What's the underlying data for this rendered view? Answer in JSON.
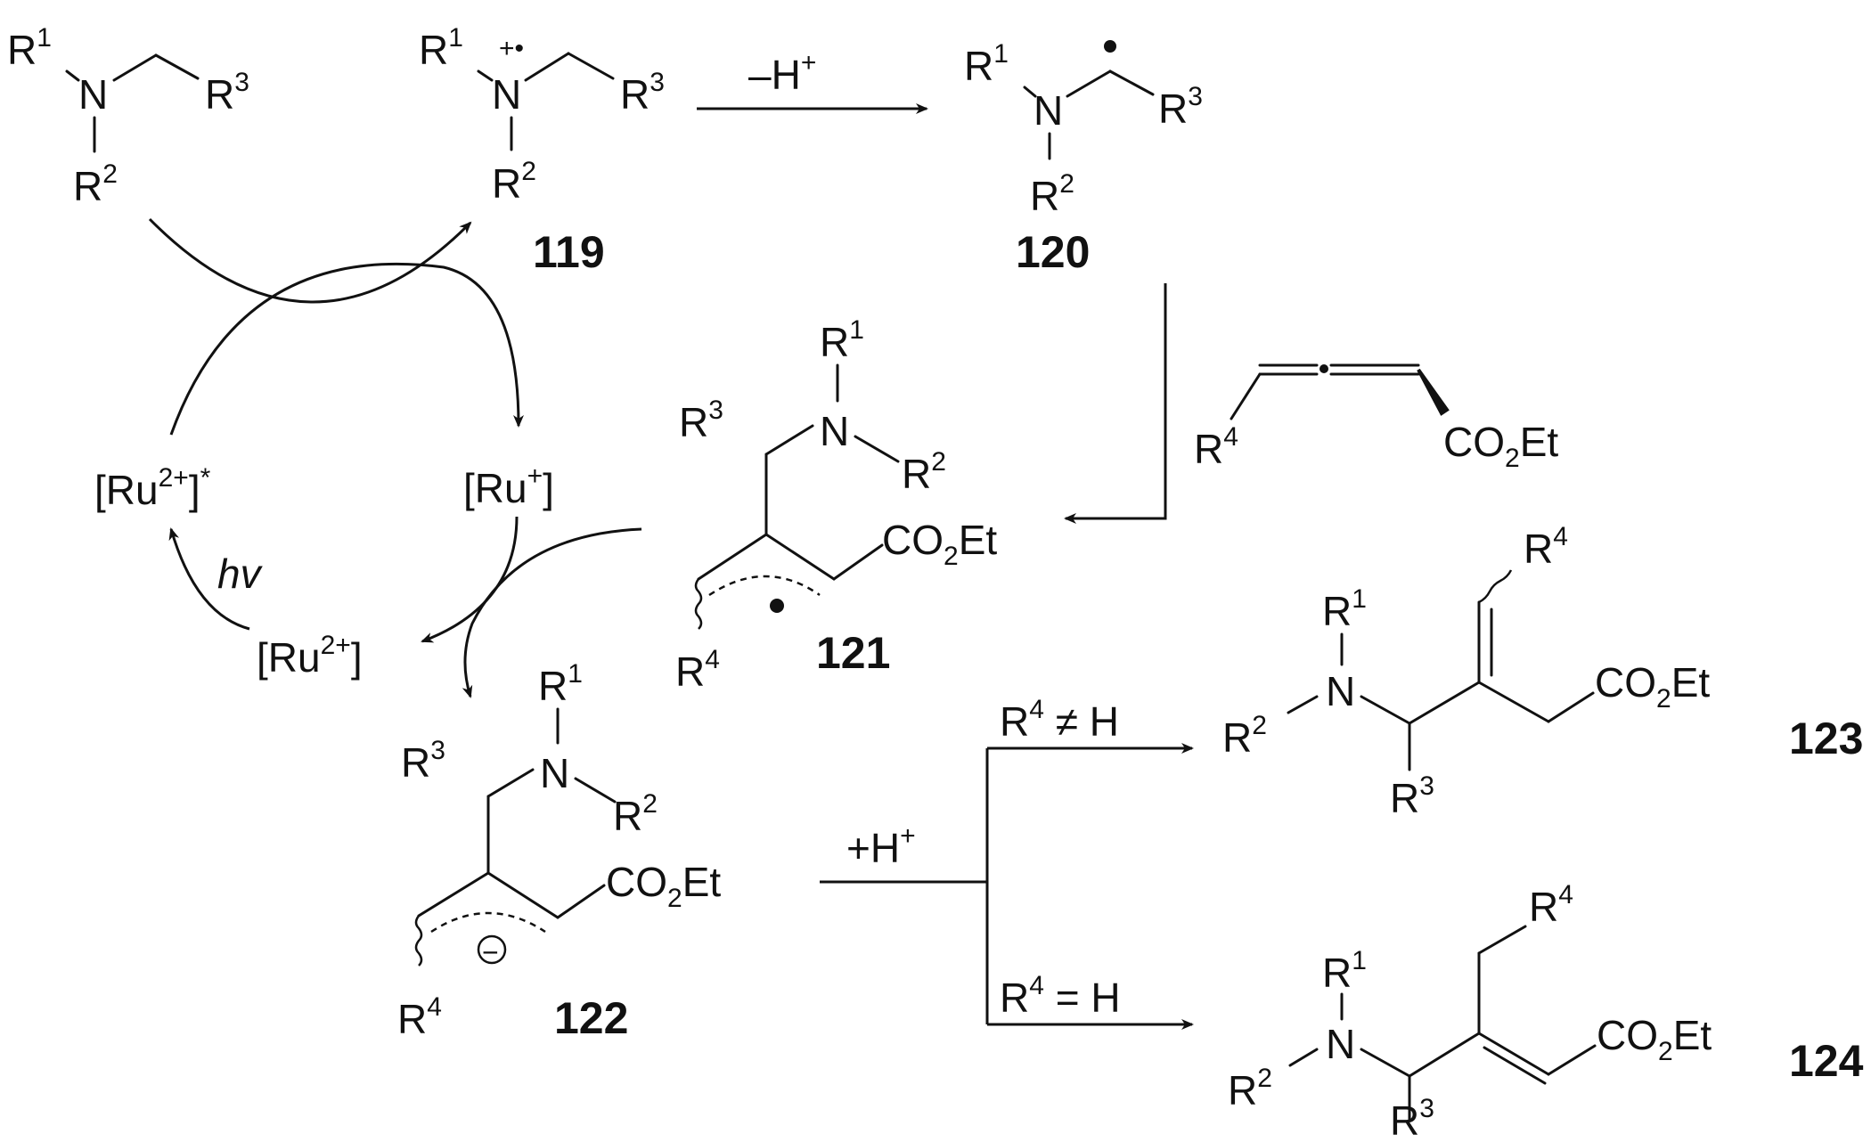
{
  "labels": {
    "c119": "119",
    "c120": "120",
    "c121": "121",
    "c122": "122",
    "c123": "123",
    "c124": "124"
  },
  "reagents": {
    "minus_h": "–H",
    "plus_h": "+H",
    "hv": "hv",
    "cond_neq": "R",
    "cond_neq_rest": " ≠ H",
    "cond_eq": "R",
    "cond_eq_rest": " = H"
  },
  "catalyst": {
    "ru_excited_base": "[Ru",
    "ru_excited_sup": "2+",
    "ru_excited_close": "]",
    "ru_excited_star": "*",
    "ru_plus_base": "[Ru",
    "ru_plus_sup": "+",
    "ru_plus_close": "]",
    "ru_2plus_base": "[Ru",
    "ru_2plus_sup": "2+",
    "ru_2plus_close": "]"
  },
  "atoms": {
    "R": "R",
    "N": "N",
    "CO2Et_a": "CO",
    "CO2Et_sub": "2",
    "CO2Et_b": "Et",
    "sup1": "1",
    "sup2": "2",
    "sup3": "3",
    "sup4": "4",
    "sup_plus": "+",
    "sup_radcat": "+•",
    "dot": "•",
    "minus": "−"
  }
}
